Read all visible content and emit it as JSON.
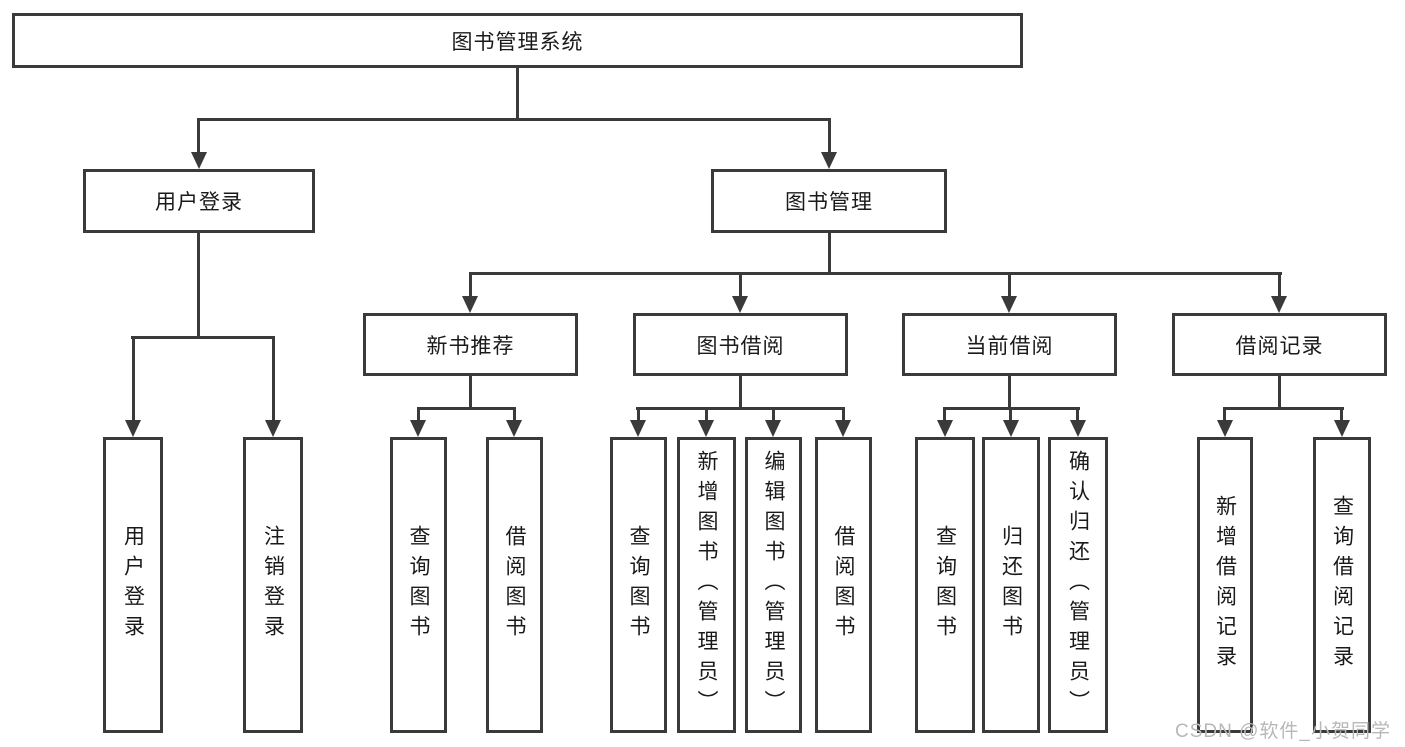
{
  "diagram": {
    "root": {
      "label": "图书管理系统",
      "children": [
        {
          "label": "用户登录",
          "children": [
            {
              "label": "用户登录"
            },
            {
              "label": "注销登录"
            }
          ]
        },
        {
          "label": "图书管理",
          "children": [
            {
              "label": "新书推荐",
              "children": [
                {
                  "label": "查询图书"
                },
                {
                  "label": "借阅图书"
                }
              ]
            },
            {
              "label": "图书借阅",
              "children": [
                {
                  "label": "查询图书"
                },
                {
                  "label": "新增图书（管理员）"
                },
                {
                  "label": "编辑图书（管理员）"
                },
                {
                  "label": "借阅图书"
                }
              ]
            },
            {
              "label": "当前借阅",
              "children": [
                {
                  "label": "查询图书"
                },
                {
                  "label": "归还图书"
                },
                {
                  "label": "确认归还（管理员）"
                }
              ]
            },
            {
              "label": "借阅记录",
              "children": [
                {
                  "label": "新增借阅记录"
                },
                {
                  "label": "查询借阅记录"
                }
              ]
            }
          ]
        }
      ]
    }
  },
  "watermark": "CSDN @软件_小贺同学",
  "colors": {
    "line": "#3a3a3a",
    "text": "#1a1a1a",
    "box_background": "#ffffff",
    "watermark": "#b8b8b8"
  }
}
